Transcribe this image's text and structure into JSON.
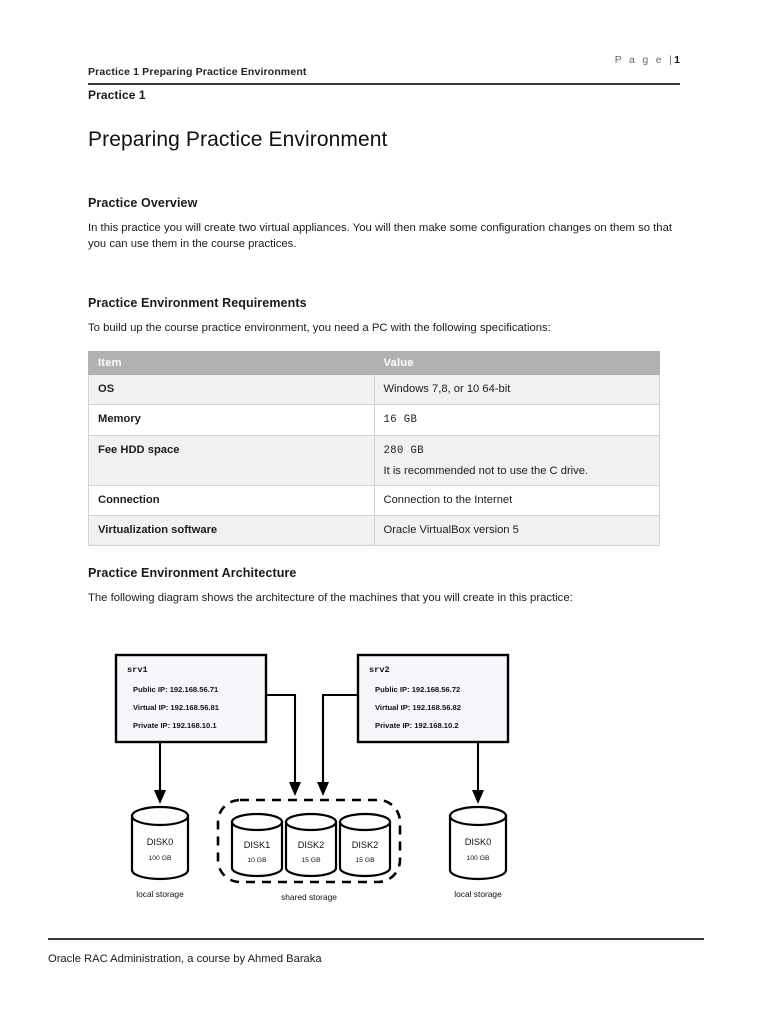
{
  "header": {
    "title": "Practice 1 Preparing Practice Environment",
    "page_word": "P a g e |",
    "page_number": "1"
  },
  "document": {
    "practice_label": "Practice 1",
    "title": "Preparing Practice Environment"
  },
  "overview": {
    "heading": "Practice Overview",
    "body": "In this practice you will create two virtual appliances. You will then make some configuration changes on them so that you can use them in the course practices."
  },
  "requirements": {
    "heading": "Practice Environment Requirements",
    "intro": "To build up the course practice environment, you need a PC with the following specifications:",
    "columns": [
      "Item",
      "Value"
    ],
    "rows": [
      {
        "item": "OS",
        "value": "Windows 7,8, or 10 64-bit",
        "value_note": "",
        "mono": false
      },
      {
        "item": "Memory",
        "value": "16 GB",
        "value_note": "",
        "mono": true
      },
      {
        "item": "Fee HDD space",
        "value": "280 GB",
        "value_note": "It is recommended not to use the C drive.",
        "mono": true
      },
      {
        "item": "Connection",
        "value": "Connection to the Internet",
        "value_note": "",
        "mono": false
      },
      {
        "item": "Virtualization software",
        "value": "Oracle VirtualBox version 5",
        "value_note": "",
        "mono": false
      }
    ]
  },
  "architecture": {
    "heading": "Practice Environment Architecture",
    "intro": "The following diagram shows the architecture of the machines that you will create in this practice:",
    "servers": [
      {
        "name": "srv1",
        "public_ip": "Public IP:  192.168.56.71",
        "virtual_ip": "Virtual IP:  192.168.56.81",
        "private_ip": "Private IP: 192.168.10.1"
      },
      {
        "name": "srv2",
        "public_ip": "Public IP:  192.168.56.72",
        "virtual_ip": "Virtual IP:  192.168.56.82",
        "private_ip": "Private IP: 192.168.10.2"
      }
    ],
    "local_disks": [
      {
        "name": "DISK0",
        "size": "100 GB",
        "caption": "local storage"
      },
      {
        "name": "DISK0",
        "size": "100 GB",
        "caption": "local storage"
      }
    ],
    "shared_disks": [
      {
        "name": "DISK1",
        "size": "10 GB"
      },
      {
        "name": "DISK2",
        "size": "15 GB"
      },
      {
        "name": "DISK2",
        "size": "15 GB"
      }
    ],
    "shared_caption": "shared storage"
  },
  "footer": {
    "text": "Oracle RAC Administration, a course by Ahmed Baraka"
  },
  "colors": {
    "table_header_bg": "#b1b1b1",
    "table_shade_bg": "#f1f1f1",
    "box_fill": "#f5f7fa",
    "rule": "#3a3a3a"
  }
}
